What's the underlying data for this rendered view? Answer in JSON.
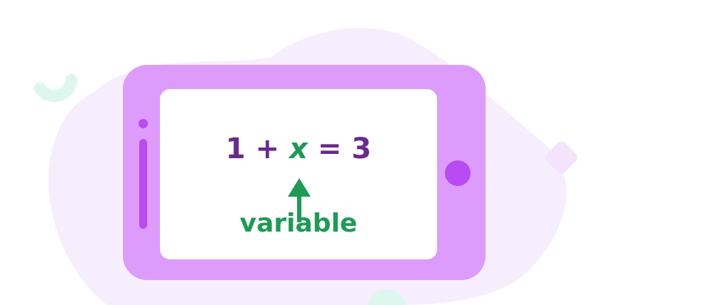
{
  "equation": {
    "left_operand": "1",
    "plus": "+",
    "variable": "x",
    "equals": "=",
    "result": "3"
  },
  "annotation": {
    "label": "variable"
  },
  "colors": {
    "phone_body": "#dd9cfb",
    "phone_accent": "#b84bf2",
    "equation_text": "#6a2a8c",
    "variable_green": "#1f9a55",
    "blob_background": "#f7eefd",
    "mint_accent": "#ddf7ee"
  },
  "icons": [
    "smartphone-icon",
    "up-arrow-icon"
  ]
}
